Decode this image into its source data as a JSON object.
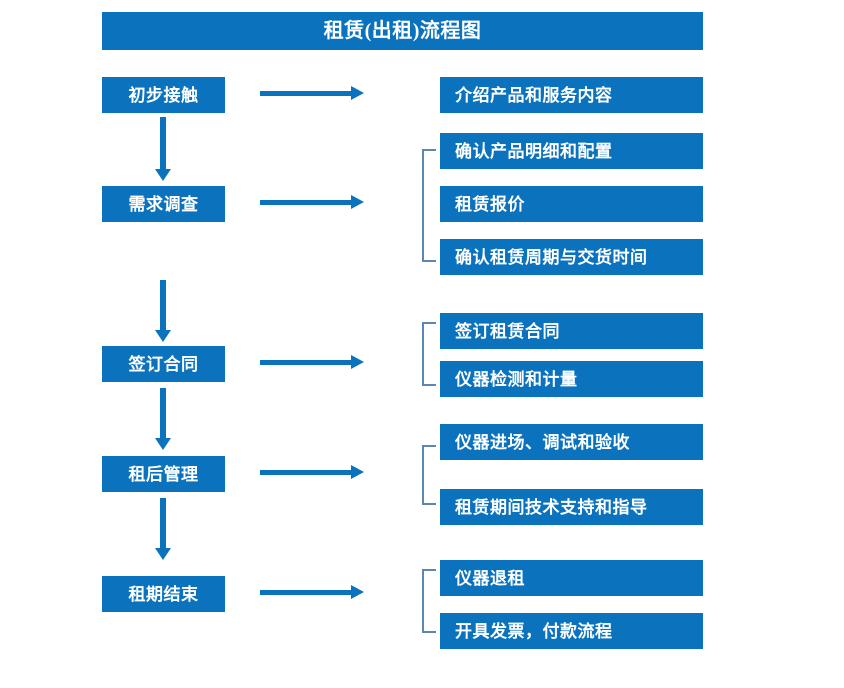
{
  "diagram": {
    "title": "租赁(出租)流程图",
    "colors": {
      "box_fill": "#0b72be",
      "box_text": "#ffffff",
      "arrow": "#0b72be",
      "bracket": "#5b86b5",
      "background": "#ffffff"
    },
    "stages": [
      {
        "label": "初步接触",
        "details": [
          "介绍产品和服务内容"
        ],
        "has_bracket": false
      },
      {
        "label": "需求调查",
        "details": [
          "确认产品明细和配置",
          "租赁报价",
          "确认租赁周期与交货时间"
        ],
        "has_bracket": true
      },
      {
        "label": "签订合同",
        "details": [
          "签订租赁合同",
          "仪器检测和计量"
        ],
        "has_bracket": true
      },
      {
        "label": "租后管理",
        "details": [
          "仪器进场、调试和验收",
          "租赁期间技术支持和指导"
        ],
        "has_bracket": true
      },
      {
        "label": "租期结束",
        "details": [
          "仪器退租",
          "开具发票，付款流程"
        ],
        "has_bracket": true
      }
    ]
  }
}
